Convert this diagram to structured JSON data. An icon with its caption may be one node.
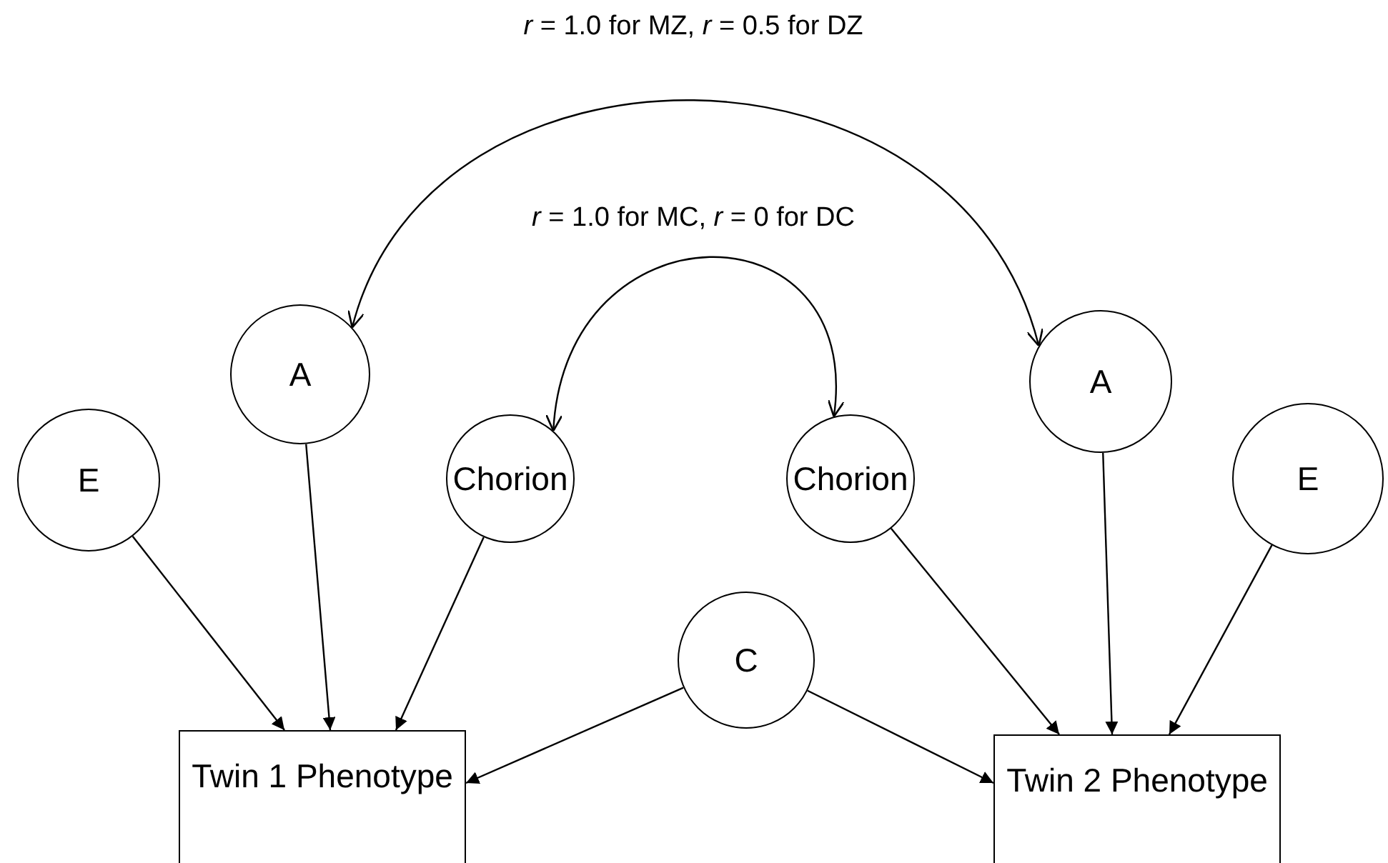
{
  "diagram": {
    "nodes": [
      {
        "text": [
          "E"
        ]
      },
      {
        "text": [
          "A"
        ]
      },
      {
        "text": [
          "Chorion"
        ]
      },
      {
        "text": [
          "Chorion"
        ]
      },
      {
        "text": [
          "A"
        ]
      },
      {
        "text": [
          "E"
        ]
      },
      {
        "text": [
          "C"
        ]
      },
      {
        "text": [
          "Twin 1 Phenotype"
        ]
      },
      {
        "text": [
          "Twin 2 Phenotype"
        ]
      }
    ],
    "edges": [
      {
        "from": 1,
        "to": 4,
        "arrow": "both",
        "label": "*r* = 1.0 for MZ, *r* = 0.5 for DZ"
      },
      {
        "from": 2,
        "to": 3,
        "arrow": "both",
        "label": "*r* = 1.0 for MC, *r* = 0 for DC"
      },
      {
        "from": 0,
        "to": 7,
        "arrow": "to"
      },
      {
        "from": 1,
        "to": 7,
        "arrow": "to"
      },
      {
        "from": 2,
        "to": 7,
        "arrow": "to"
      },
      {
        "from": 6,
        "to": 7,
        "arrow": "to"
      },
      {
        "from": 6,
        "to": 8,
        "arrow": "to"
      },
      {
        "from": 3,
        "to": 8,
        "arrow": "to"
      },
      {
        "from": 4,
        "to": 8,
        "arrow": "to"
      },
      {
        "from": 5,
        "to": 8,
        "arrow": "to"
      }
    ]
  }
}
